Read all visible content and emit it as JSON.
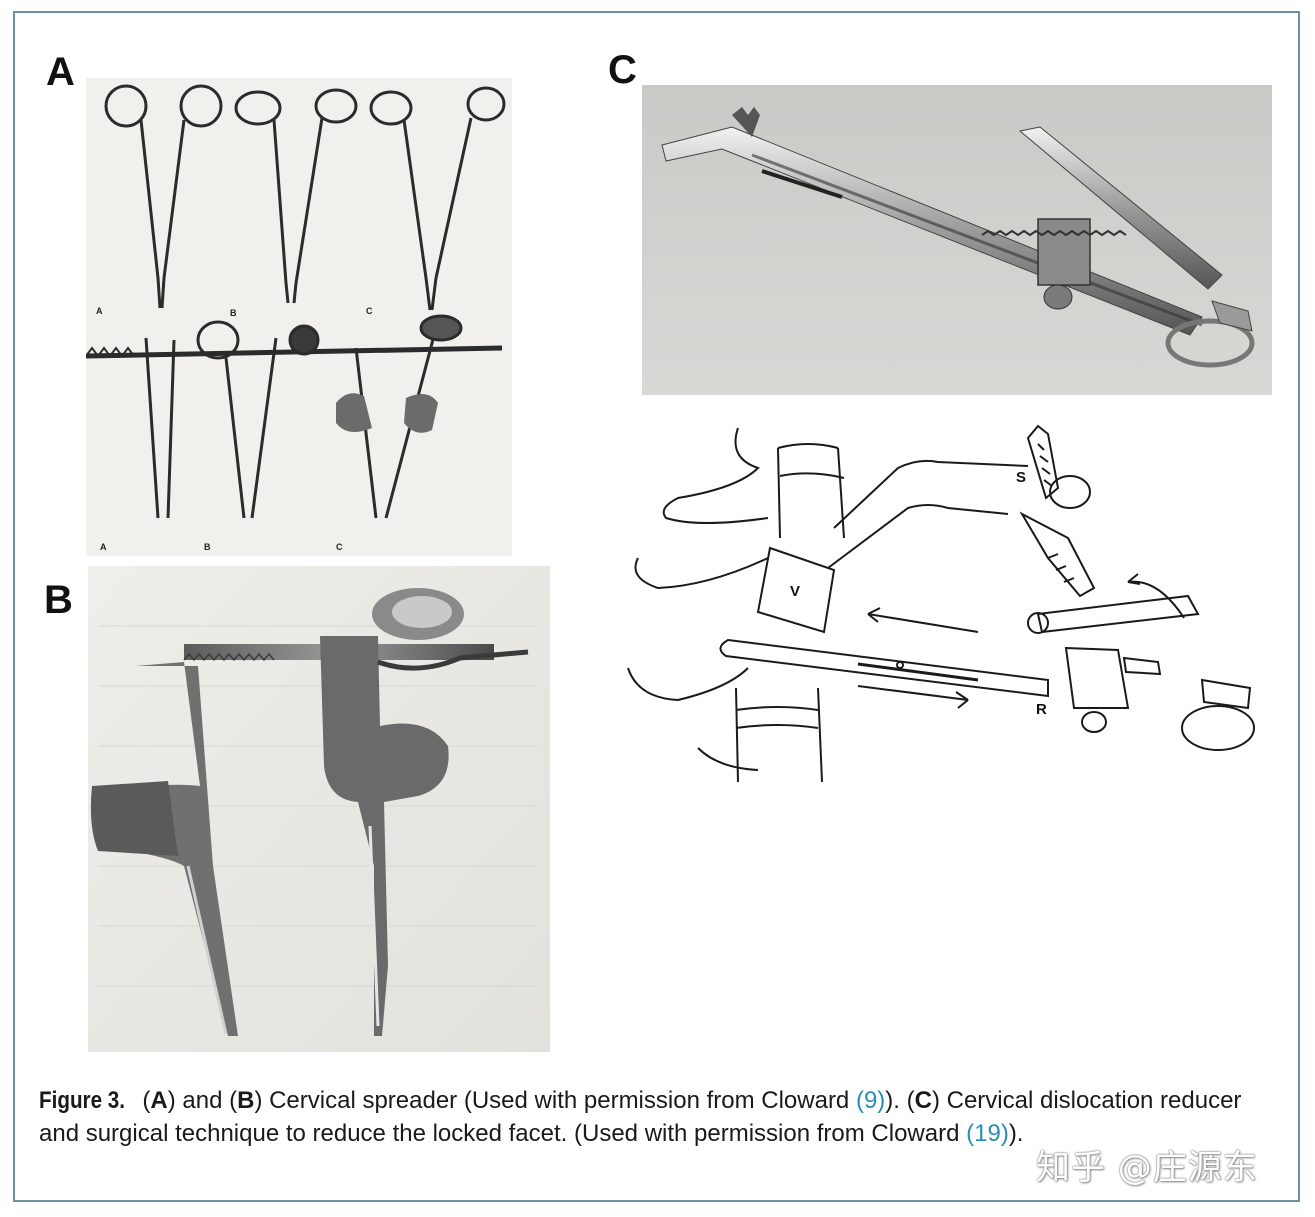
{
  "figure": {
    "panel_labels": [
      "A",
      "B",
      "C"
    ],
    "panel_a_sublabels_top": [
      "A",
      "B",
      "C"
    ],
    "panel_a_sublabels_bottom": [
      "A",
      "B",
      "C"
    ],
    "diagram_labels": {
      "s": "S",
      "v": "V",
      "r": "R"
    },
    "caption": {
      "figure_label": "Figure 3.",
      "p1": "(",
      "a": "A",
      "p2": ") and (",
      "b": "B",
      "p3": ") Cervical spreader (Used with permission from Cloward ",
      "ref1": "(9)",
      "p4": "). (",
      "c": "C",
      "p5": ") Cervical dislocation reducer and surgical technique to reduce the locked facet. (Used with permission from Cloward ",
      "ref2": "(19)",
      "p6": ")."
    },
    "watermark": "知乎 @庄源东"
  },
  "colors": {
    "border": "#6f8fa6",
    "reference_link": "#2a8fb5",
    "text": "#1a1a1a"
  }
}
